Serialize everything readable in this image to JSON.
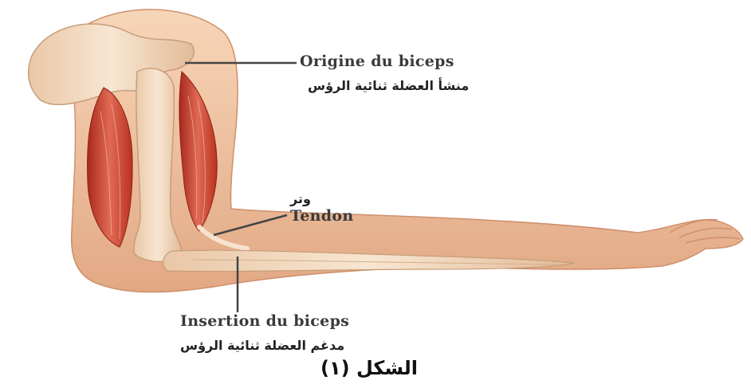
{
  "labels": {
    "origin_fr": "Origine du biceps",
    "origin_ar": "منشأ العضلة ثنائية الرؤس",
    "tendon_ar": "وتر",
    "tendon_fr": "Tendon",
    "insertion_fr": "Insertion du biceps",
    "insertion_ar": "مدغم العضلة ثنائية الرؤس"
  },
  "caption": "الشكل (١)",
  "colors": {
    "skin": "#f2c9a6",
    "skin_shadow": "#d99a78",
    "bone": "#f4dcc2",
    "muscle": "#c0392b",
    "muscle_light": "#e07a6a",
    "leader_line": "#444444"
  }
}
